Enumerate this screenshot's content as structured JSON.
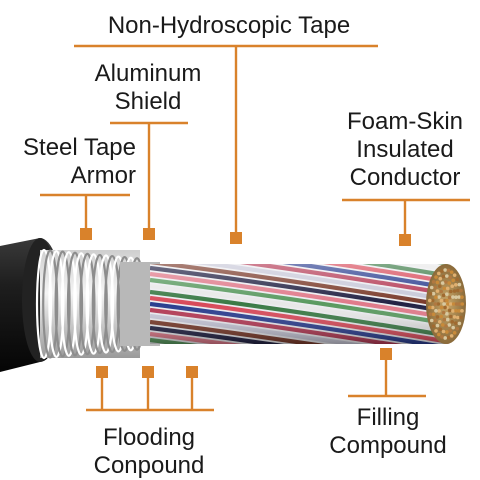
{
  "labels": {
    "non_hydroscopic_tape": "Non-Hydroscopic Tape",
    "aluminum_shield": [
      "Aluminum",
      "Shield"
    ],
    "steel_tape_armor": [
      "Steel Tape",
      "Armor"
    ],
    "foam_skin_insulated_conductor": [
      "Foam-Skin",
      "Insulated",
      "Conductor"
    ],
    "flooding_compound": [
      "Flooding",
      "Conpound"
    ],
    "filling_compound": [
      "Filling",
      "Compound"
    ]
  },
  "colors": {
    "leader": "#d9822b",
    "marker": "#d9822b",
    "jacket": "#141414",
    "text": "#1a1a1a"
  },
  "conductor_colors": [
    "#e8e8e8",
    "#3a7a45",
    "#d84a5a",
    "#2a3d8f",
    "#b43a55",
    "#c8c8d8",
    "#7a3a2a",
    "#222244",
    "#e07a8a",
    "#5a9a60"
  ]
}
